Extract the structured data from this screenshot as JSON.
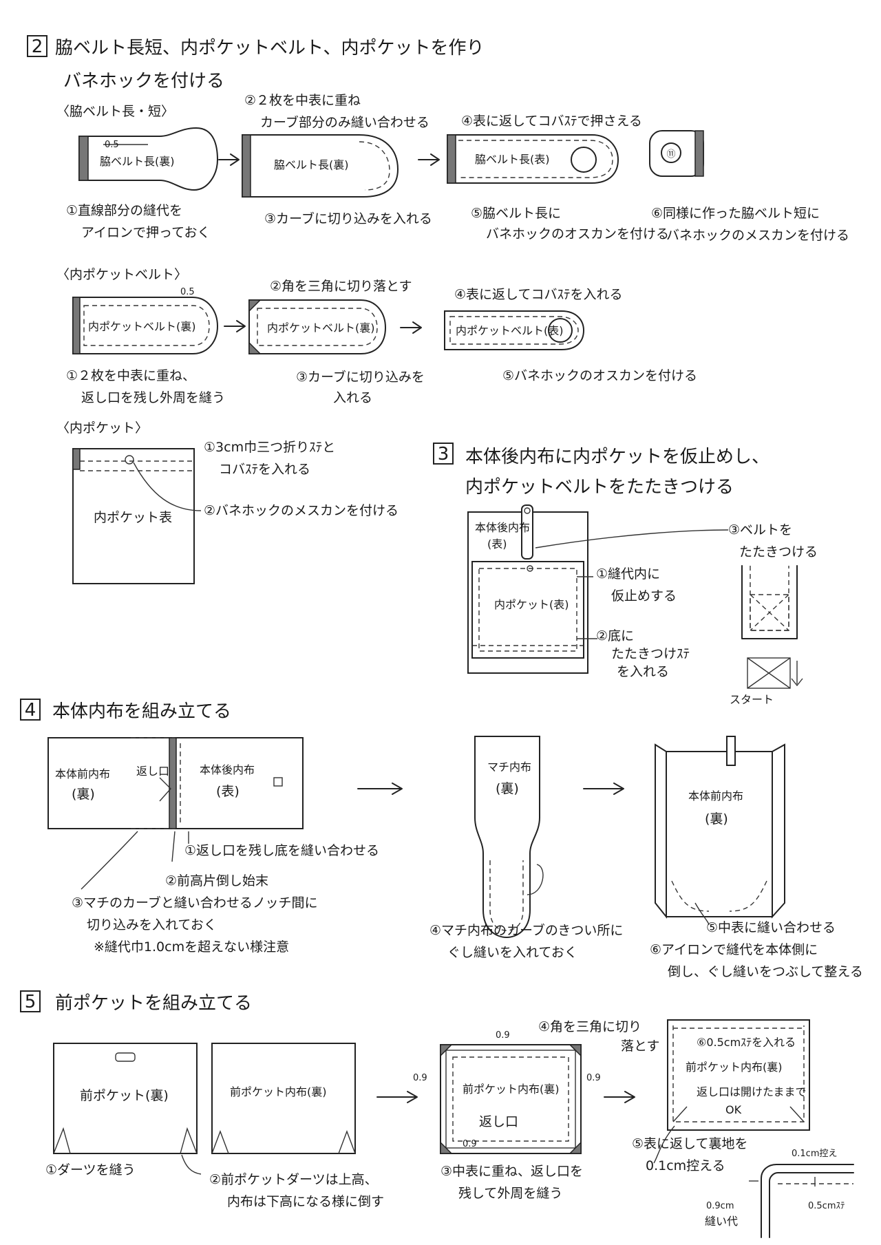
{
  "sec2": {
    "num": "2",
    "title1": "脇ベルト長短、内ポケットベルト、内ポケットを作り",
    "title2": "バネホックを付ける",
    "a": {
      "heading": "〈脇ベルト長・短〉",
      "dim": "0.5",
      "piece1": "脇ベルト長(裏)",
      "piece2": "脇ベルト長(裏)",
      "piece3": "脇ベルト長(表)",
      "snap": "⑪",
      "step1a": "①直線部分の縫代を",
      "step1b": "アイロンで押っておく",
      "step2a": "②２枚を中表に重ね",
      "step2b": "カーブ部分のみ縫い合わせる",
      "step3": "③カーブに切り込みを入れる",
      "step4": "④表に返してコバｽﾃで押さえる",
      "step5a": "⑤脇ベルト長に",
      "step5b": "バネホックのオスカンを付ける",
      "step6a": "⑥同様に作った脇ベルト短に",
      "step6b": "バネホックのメスカンを付ける"
    },
    "b": {
      "heading": "〈内ポケットベルト〉",
      "dim": "0.5",
      "piece1": "内ポケットベルト(裏)",
      "piece2": "内ポケットベルト(裏)",
      "piece3": "内ポケットベルト(表)",
      "step1a": "①２枚を中表に重ね、",
      "step1b": "返し口を残し外周を縫う",
      "step2": "②角を三角に切り落とす",
      "step3a": "③カーブに切り込みを",
      "step3b": "入れる",
      "step4": "④表に返してコバｽﾃを入れる",
      "step5": "⑤バネホックのオスカンを付ける"
    },
    "c": {
      "heading": "〈内ポケット〉",
      "piece": "内ポケット表",
      "step1a": "①3cm巾三つ折りｽﾃと",
      "step1b": "コバｽﾃを入れる",
      "step2": "②バネホックのメスカンを付ける"
    }
  },
  "sec3": {
    "num": "3",
    "title1": "本体後内布に内ポケットを仮止めし、",
    "title2": "内ポケットベルトをたたきつける",
    "body_label1": "本体後内布",
    "body_label2": "(表)",
    "pocket": "内ポケット(表)",
    "step1a": "①縫代内に",
    "step1b": "仮止めする",
    "step2a": "②底に",
    "step2b": "たたきつけｽﾃ",
    "step2c": "を入れる",
    "step3a": "③ベルトを",
    "step3b": "たたきつける",
    "start": "スタート"
  },
  "sec4": {
    "num": "4",
    "title": "本体内布を組み立てる",
    "front1": "本体前内布",
    "front2": "(裏)",
    "opening": "返し口",
    "back1": "本体後内布",
    "back2": "(表)",
    "gusset1": "マチ内布",
    "gusset2": "(裏)",
    "body1": "本体前内布",
    "body2": "(裏)",
    "step1": "①返し口を残し底を縫い合わせる",
    "step2": "②前高片倒し始末",
    "step3a": "③マチのカーブと縫い合わせるノッチ間に",
    "step3b": "切り込みを入れておく",
    "step3c": "※縫代巾1.0cmを超えない様注意",
    "step4a": "④マチ内布のカーブのきつい所に",
    "step4b": "ぐし縫いを入れておく",
    "step5": "⑤中表に縫い合わせる",
    "step6a": "⑥アイロンで縫代を本体側に",
    "step6b": "倒し、ぐし縫いをつぶして整える"
  },
  "sec5": {
    "num": "5",
    "title": "前ポケットを組み立てる",
    "p1": "前ポケット(裏)",
    "p2": "前ポケット内布(裏)",
    "p3": "前ポケット内布(裏)",
    "p3_opening": "返し口",
    "p4": "前ポケット内布(裏)",
    "p4_note": "返し口は開けたままで",
    "p4_ok": "OK",
    "dim_09": "0.9",
    "step1": "①ダーツを縫う",
    "step2a": "②前ポケットダーツは上高、",
    "step2b": "内布は下高になる様に倒す",
    "step3a": "③中表に重ね、返し口を",
    "step3b": "残して外周を縫う",
    "step4a": "④角を三角に切り",
    "step4b": "落とす",
    "step5a": "⑤表に返して裏地を",
    "step5b": "0.1cm控える",
    "step6": "⑥0.5cmｽﾃを入れる",
    "detail_top": "0.1cm控え",
    "detail_left1": "0.9cm",
    "detail_left2": "縫い代",
    "detail_right": "0.5cmｽﾃ"
  }
}
